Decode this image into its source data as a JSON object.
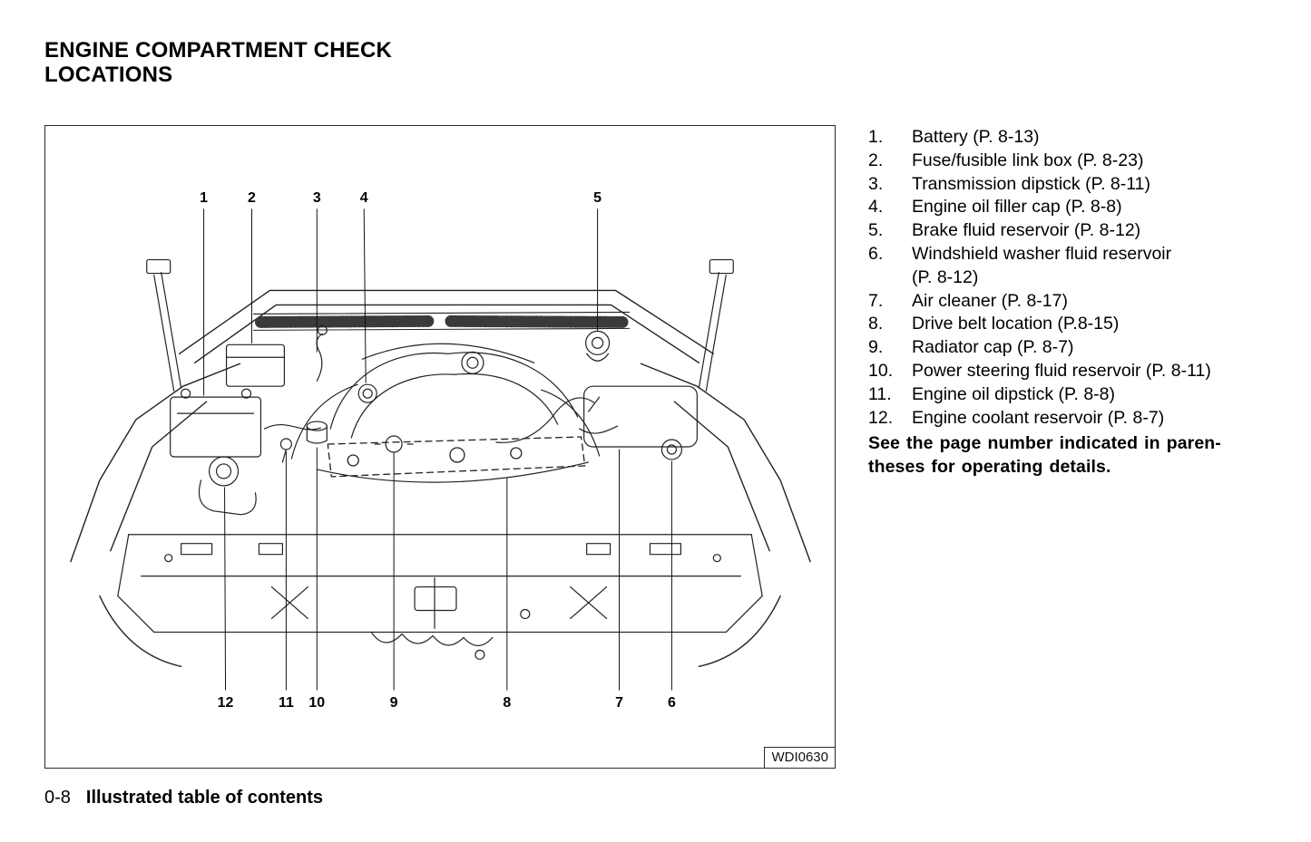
{
  "page": {
    "title_line1": "ENGINE COMPARTMENT CHECK",
    "title_line2": "LOCATIONS",
    "footer_page_number": "0-8",
    "footer_title": "Illustrated table of contents"
  },
  "figure": {
    "image_code": "WDI0630",
    "top_callouts": [
      "1",
      "2",
      "3",
      "4",
      "5"
    ],
    "bottom_callouts": [
      "12",
      "11",
      "10",
      "9",
      "8",
      "7",
      "6"
    ]
  },
  "legend": {
    "items": [
      {
        "num": "1.",
        "text": "Battery (P. 8-13)"
      },
      {
        "num": "2.",
        "text": "Fuse/fusible link box (P. 8-23)"
      },
      {
        "num": "3.",
        "text": "Transmission dipstick (P. 8-11)"
      },
      {
        "num": "4.",
        "text": "Engine oil filler cap (P. 8-8)"
      },
      {
        "num": "5.",
        "text": "Brake fluid reservoir (P. 8-12)"
      },
      {
        "num": "6.",
        "text": "Windshield washer fluid reservoir",
        "text2": "(P. 8-12)"
      },
      {
        "num": "7.",
        "text": "Air cleaner (P. 8-17)"
      },
      {
        "num": "8.",
        "text": "Drive belt location (P.8-15)"
      },
      {
        "num": "9.",
        "text": "Radiator cap (P. 8-7)"
      },
      {
        "num": "10.",
        "text": "Power steering fluid reservoir (P. 8-11)"
      },
      {
        "num": "11.",
        "text": "Engine oil dipstick (P. 8-8)"
      },
      {
        "num": "12.",
        "text": "Engine coolant reservoir (P. 8-7)"
      }
    ],
    "note_line1": "See the page number indicated in paren-",
    "note_line2": "theses for operating details."
  }
}
